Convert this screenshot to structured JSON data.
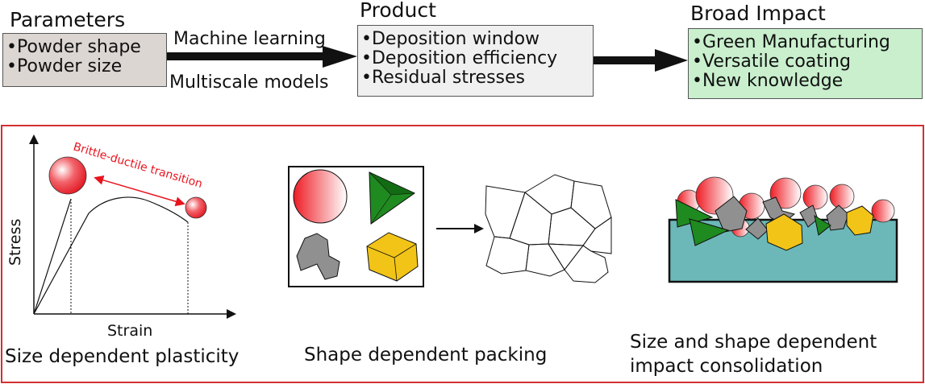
{
  "top": {
    "parameters": {
      "title": "Parameters",
      "items": [
        "•Powder shape",
        "•Powder size"
      ]
    },
    "arrow_labels": {
      "upper": "Machine learning",
      "lower": "Multiscale models"
    },
    "product": {
      "title": "Product",
      "items": [
        "•Deposition window",
        "•Deposition efficiency",
        "•Residual stresses"
      ]
    },
    "impact": {
      "title": "Broad Impact",
      "items": [
        "•Green Manufacturing",
        "•Versatile coating",
        "•New knowledge"
      ]
    }
  },
  "bottom": {
    "plasticity": {
      "y_axis": "Stress",
      "x_axis": "Strain",
      "annotation": "Brittle-ductile transition",
      "caption": "Size dependent plasticity"
    },
    "packing": {
      "caption": "Shape dependent packing"
    },
    "consolidation": {
      "caption_line1": "Size and shape dependent",
      "caption_line2": "impact consolidation"
    }
  },
  "colors": {
    "parameters_fill": "#dcd6d3",
    "product_fill": "#f0f0f0",
    "impact_fill": "#c9efcd",
    "panel_border": "#d32f2f",
    "annotation": "#e8141e",
    "particle_red": "#ee1c24",
    "triangle_green": "#1f8a1f",
    "hexagon_yellow": "#f2c417",
    "irregular_gray": "#909090",
    "substrate_teal": "#6cb8b8",
    "arrow": "#111111"
  },
  "icons": [
    "sphere-particle",
    "triangle-particle",
    "irregular-particle",
    "cube-particle",
    "right-arrow"
  ]
}
